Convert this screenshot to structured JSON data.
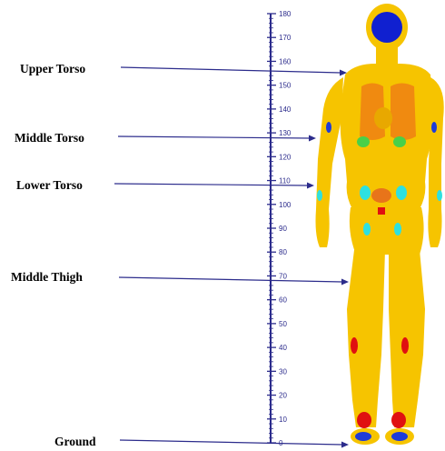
{
  "labels": [
    {
      "text": "Upper Torso",
      "height_cm": 155
    },
    {
      "text": "Middle Torso",
      "height_cm": 128
    },
    {
      "text": "Lower Torso",
      "height_cm": 109
    },
    {
      "text": "Middle Thigh",
      "height_cm": 68
    },
    {
      "text": "Ground",
      "height_cm": 0
    }
  ],
  "scale": {
    "min": 0,
    "max": 180,
    "major_step": 10,
    "tick_labels": [
      "0",
      "10",
      "20",
      "30",
      "40",
      "50",
      "60",
      "70",
      "80",
      "90",
      "100",
      "110",
      "120",
      "130",
      "140",
      "150",
      "160",
      "170",
      "180"
    ]
  },
  "colors": {
    "label_text": "#000000",
    "arrow": "#2c2c8c",
    "scale": "#2c2c8c",
    "tissue_body": "#f6c400",
    "tissue_dark": "#e8a800",
    "lung": "#f08a10",
    "organ_green": "#49d049",
    "cyan": "#2ee0e0",
    "blue": "#1e3cd8",
    "red": "#e01010",
    "head_blue": "#1020d0"
  }
}
